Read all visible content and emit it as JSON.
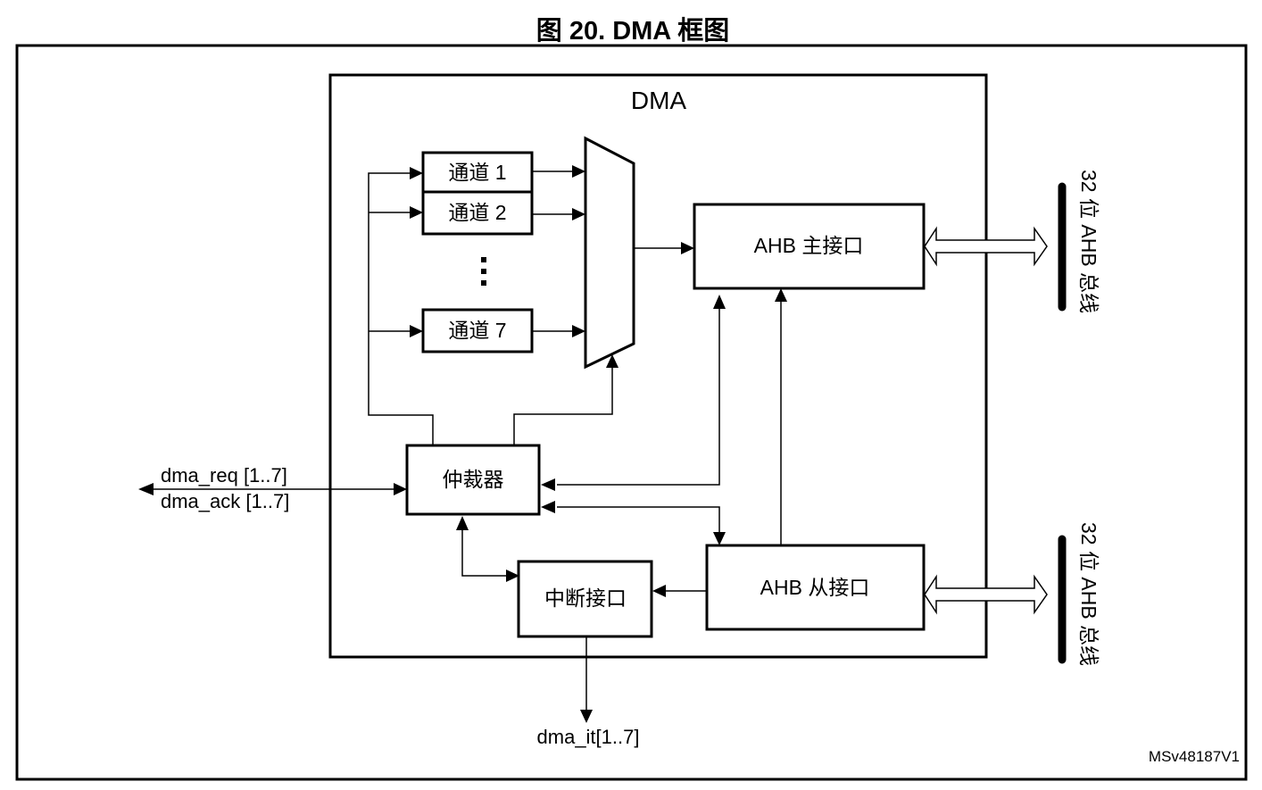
{
  "figure": {
    "title": "图 20. DMA 框图",
    "id_code": "MSv48187V1"
  },
  "dma_block": {
    "label": "DMA",
    "channels": [
      {
        "label": "通道 1"
      },
      {
        "label": "通道 2"
      },
      {
        "label": "通道 7"
      }
    ],
    "ellipsis": "⋮",
    "arbiter": {
      "label": "仲裁器"
    },
    "ahb_master": {
      "label": "AHB 主接口"
    },
    "ahb_slave": {
      "label": "AHB 从接口"
    },
    "interrupt_interface": {
      "label": "中断接口"
    }
  },
  "external_signals": {
    "dma_req": "dma_req [1..7]",
    "dma_ack": "dma_ack [1..7]",
    "dma_it": "dma_it[1..7]"
  },
  "buses": {
    "master_bus": {
      "label": "32 位 AHB 总线"
    },
    "slave_bus": {
      "label": "32 位 AHB 总线"
    }
  }
}
